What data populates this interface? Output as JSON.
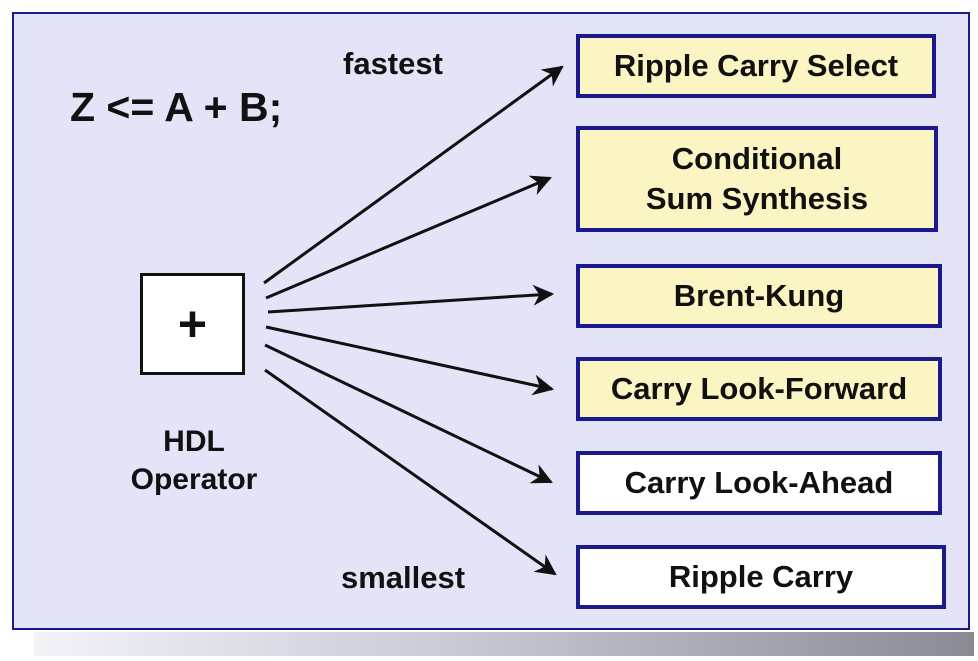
{
  "formula": "Z <= A + B;",
  "ranking": {
    "top_label": "fastest",
    "bottom_label": "smallest"
  },
  "operator": {
    "symbol": "+",
    "label_line1": "HDL",
    "label_line2": "Operator"
  },
  "architectures": [
    {
      "line1": "Ripple Carry Select",
      "line2": "",
      "highlighted": true
    },
    {
      "line1": "Conditional",
      "line2": "Sum Synthesis",
      "highlighted": true
    },
    {
      "line1": "Brent-Kung",
      "line2": "",
      "highlighted": true
    },
    {
      "line1": "Carry Look-Forward",
      "line2": "",
      "highlighted": true
    },
    {
      "line1": "Carry Look-Ahead",
      "line2": "",
      "highlighted": false
    },
    {
      "line1": "Ripple Carry",
      "line2": "",
      "highlighted": false
    }
  ],
  "colors": {
    "panel": "#e4e4f8",
    "border": "#1a1a8c",
    "highlight": "#fbf5c4",
    "plain": "#ffffff"
  }
}
